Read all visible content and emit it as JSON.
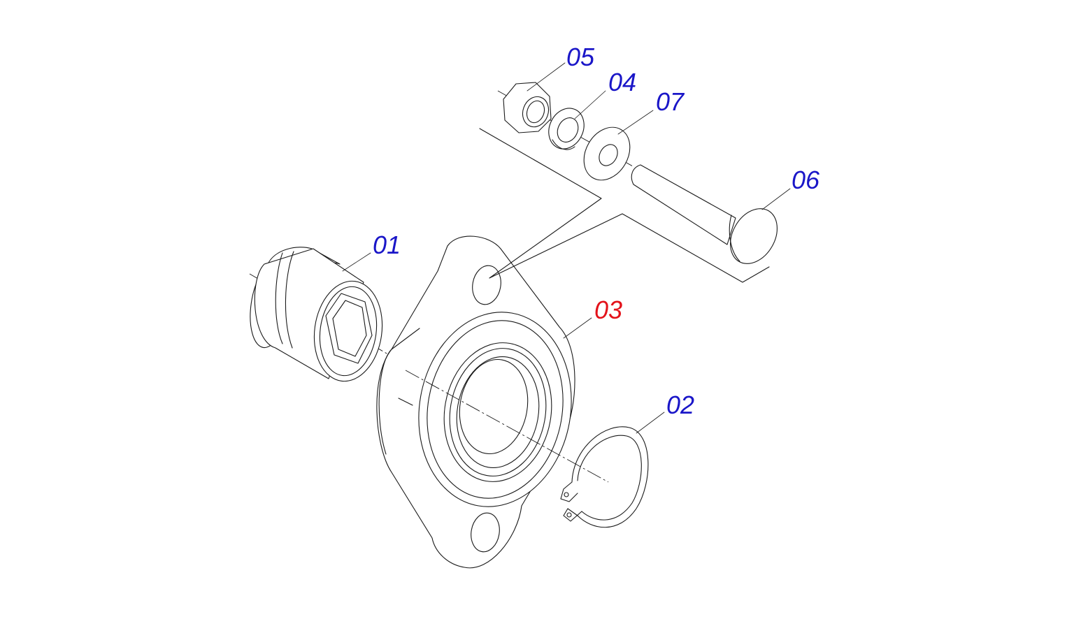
{
  "diagram": {
    "type": "exploded-parts-view",
    "callouts": [
      {
        "id": "c01",
        "label": "01",
        "highlighted": false
      },
      {
        "id": "c02",
        "label": "02",
        "highlighted": false
      },
      {
        "id": "c03",
        "label": "03",
        "highlighted": true
      },
      {
        "id": "c04",
        "label": "04",
        "highlighted": false
      },
      {
        "id": "c05",
        "label": "05",
        "highlighted": false
      },
      {
        "id": "c06",
        "label": "06",
        "highlighted": false
      },
      {
        "id": "c07",
        "label": "07",
        "highlighted": false
      }
    ]
  },
  "colors": {
    "callout_normal": "#1a16c8",
    "callout_highlight": "#e3121a",
    "line": "#1a1a1a",
    "background": "#ffffff"
  }
}
